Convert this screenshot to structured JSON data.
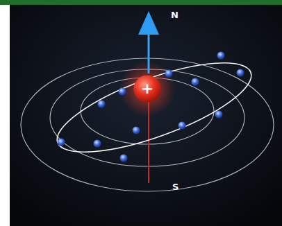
{
  "diagram": {
    "nodes": [
      {
        "text": [
          "+"
        ]
      }
    ],
    "labels": [
      "N",
      "S"
    ]
  }
}
